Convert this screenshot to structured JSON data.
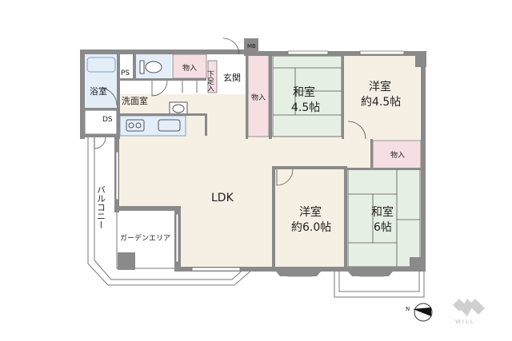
{
  "floorplan": {
    "rooms": {
      "bath": {
        "label": "浴室"
      },
      "ps": {
        "label": "PS"
      },
      "ds": {
        "label": "DS"
      },
      "storage_top": {
        "label": "物入"
      },
      "shoe_storage": {
        "label": "下足入"
      },
      "entrance": {
        "label": "玄関"
      },
      "mb": {
        "label": "MB"
      },
      "washroom": {
        "label": "洗面室"
      },
      "storage_hall": {
        "label": "物入"
      },
      "washitsu_45": {
        "label": "和室",
        "size": "4.5帖"
      },
      "youshitsu_45": {
        "label": "洋室",
        "size": "約4.5帖"
      },
      "storage_right": {
        "label": "物入"
      },
      "ldk": {
        "label": "LDK"
      },
      "youshitsu_60": {
        "label": "洋室",
        "size": "約6.0帖"
      },
      "washitsu_6": {
        "label": "和室",
        "size": "6帖"
      },
      "balcony": {
        "label": "バルコニー"
      },
      "garden": {
        "label": "ガーデンエリア"
      }
    },
    "compass": {
      "label": "N"
    },
    "logo": {
      "text": "WILL"
    },
    "colors": {
      "wall": "#8a8a8a",
      "floor": "#f6efe4",
      "wet": "#e4eef8",
      "storage": "#f6dfe3",
      "tatami": "#e6efe4",
      "logo": "#cfcfcf"
    }
  }
}
